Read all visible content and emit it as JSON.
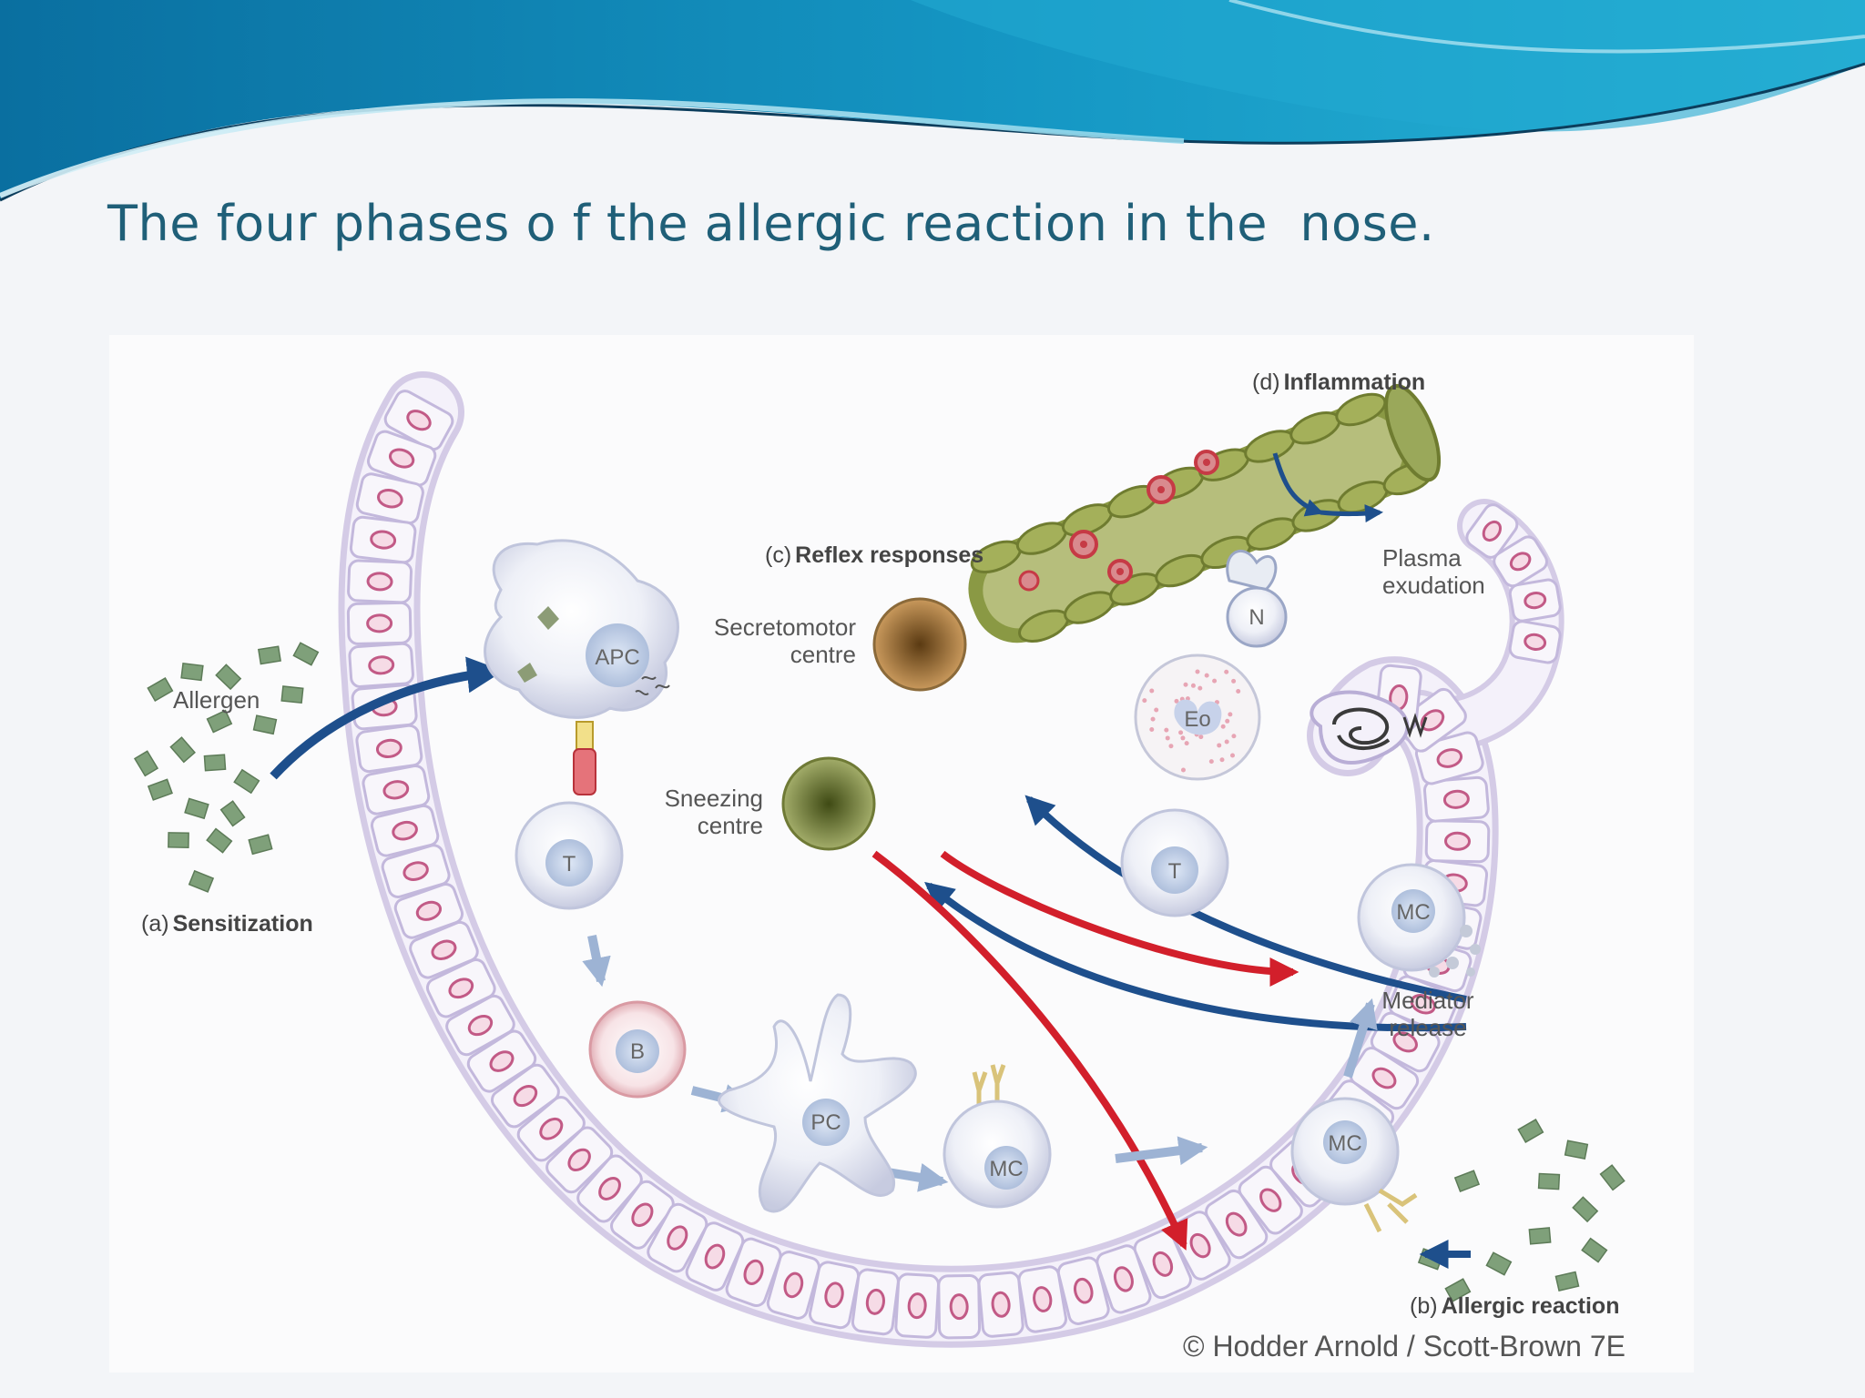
{
  "slide": {
    "title": "The four phases o f the allergic reaction in the  nose."
  },
  "diagram": {
    "phase_labels": {
      "sensitization": {
        "letter": "(a)",
        "name": "Sensitization"
      },
      "allergic_reaction": {
        "letter": "(b)",
        "name": "Allergic reaction"
      },
      "reflex_responses": {
        "letter": "(c)",
        "name": "Reflex responses"
      },
      "inflammation": {
        "letter": "(d)",
        "name": "Inflammation"
      }
    },
    "labels": {
      "allergen": "Allergen",
      "secretomotor_1": "Secretomotor",
      "secretomotor_2": "centre",
      "sneezing_1": "Sneezing",
      "sneezing_2": "centre",
      "plasma_1": "Plasma",
      "plasma_2": "exudation",
      "mediator_1": "Mediator",
      "mediator_2": "release"
    },
    "cells": {
      "apc": "APC",
      "t_cell": "T",
      "b_cell": "B",
      "plasma_cell": "PC",
      "mast_cell": "MC",
      "eosinophil": "Eo",
      "neutrophil": "N"
    },
    "credit": "© Hodder Arnold / Scott-Brown 7E"
  },
  "colors": {
    "title": "#1f5f78",
    "banner_teal": "#1aa3c8",
    "banner_dark": "#0a6fa0",
    "arrow_blue": "#1e4f8c",
    "arrow_red": "#d21f2b",
    "arrow_light_blue": "#9db3d4",
    "vessel_green": "#7f8e3c"
  }
}
